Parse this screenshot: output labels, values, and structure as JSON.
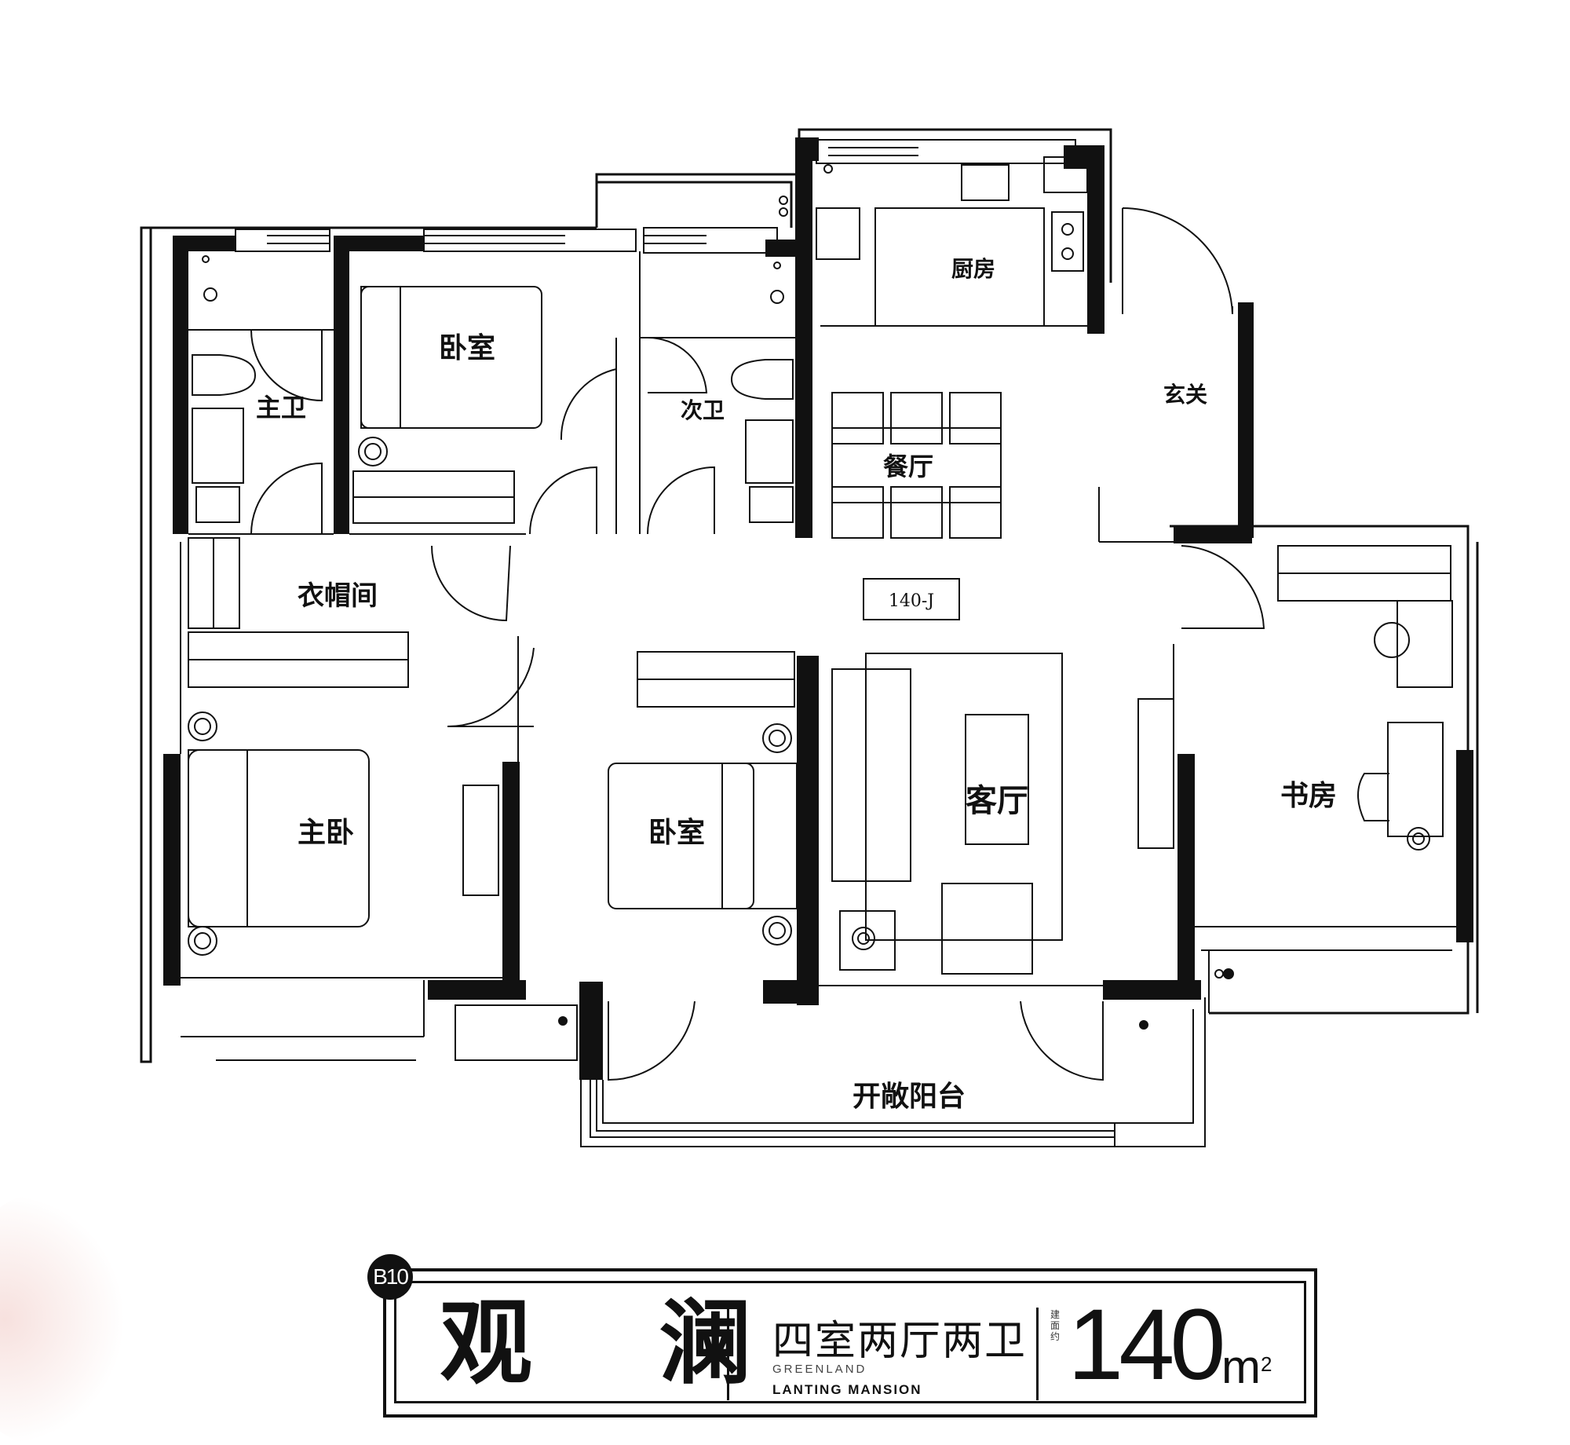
{
  "plan": {
    "code_label": "140-J",
    "rooms": {
      "master_bath": "主卫",
      "bedroom_north": "卧室",
      "second_bath": "次卫",
      "kitchen": "厨房",
      "entrance": "玄关",
      "dining": "餐厅",
      "cloakroom": "衣帽间",
      "master_bedroom": "主卧",
      "bedroom_south": "卧室",
      "living": "客厅",
      "study": "书房",
      "balcony": "开敞阳台"
    }
  },
  "title_block": {
    "badge": "B10",
    "name": "观 澜",
    "layout": "四室两厅两卫",
    "brand_line1": "GREENLAND",
    "brand_line2": "LANTING MANSION",
    "area_label": "建面约",
    "area_value": "140",
    "area_unit": "m",
    "area_unit_sup": "2"
  },
  "colors": {
    "wall": "#111111",
    "background": "#ffffff"
  }
}
